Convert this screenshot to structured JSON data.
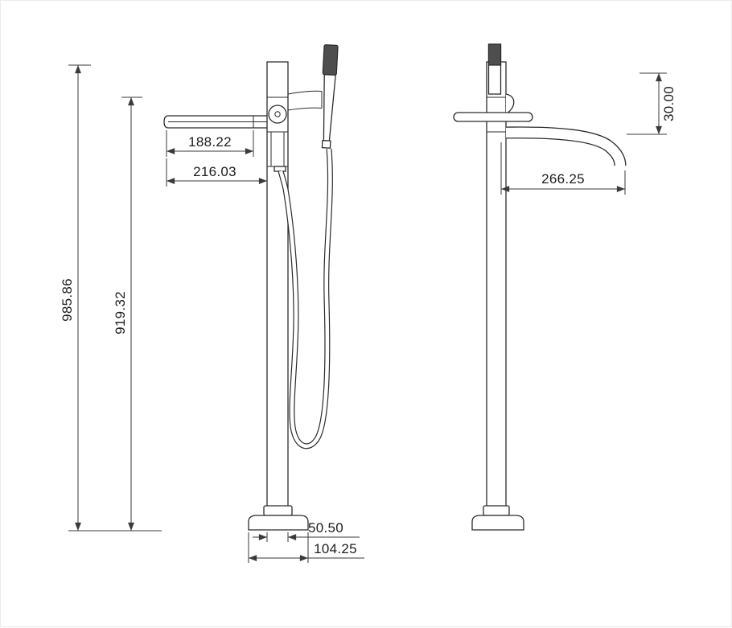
{
  "dimensions": {
    "front": {
      "total_height": "985.86",
      "column_height": "919.32",
      "spout_blade_length": "188.22",
      "spout_overall_length": "216.03",
      "column_diameter": "50.50",
      "base_diameter": "104.25"
    },
    "side": {
      "spout_offset": "30.00",
      "spout_reach": "266.25"
    }
  }
}
